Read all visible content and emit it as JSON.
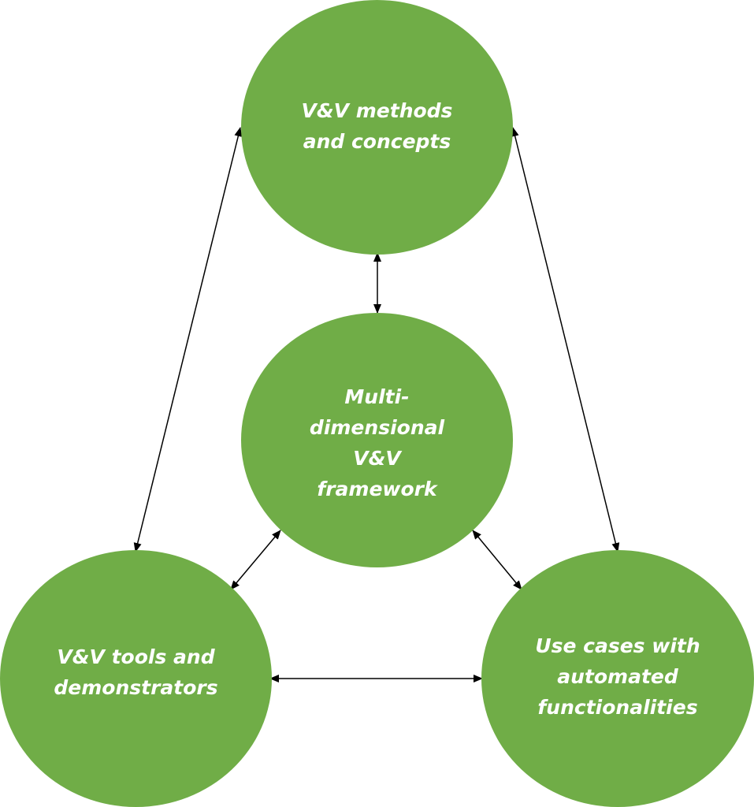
{
  "colors": {
    "node_fill": "#70ad47",
    "arrow": "#000000",
    "label_text": "#ffffff"
  },
  "nodes": {
    "top": {
      "label": "V&V methods\nand concepts"
    },
    "center": {
      "label": "Multi-\ndimensional\nV&V\nframework"
    },
    "left": {
      "label": "V&V tools and\ndemonstrators"
    },
    "right": {
      "label": "Use cases with\nautomated\nfunctionalities"
    }
  },
  "connections": [
    {
      "from": "top",
      "to": "center",
      "direction": "both"
    },
    {
      "from": "top",
      "to": "left",
      "direction": "both"
    },
    {
      "from": "top",
      "to": "right",
      "direction": "both"
    },
    {
      "from": "center",
      "to": "left",
      "direction": "both"
    },
    {
      "from": "center",
      "to": "right",
      "direction": "both"
    },
    {
      "from": "left",
      "to": "right",
      "direction": "both"
    }
  ]
}
